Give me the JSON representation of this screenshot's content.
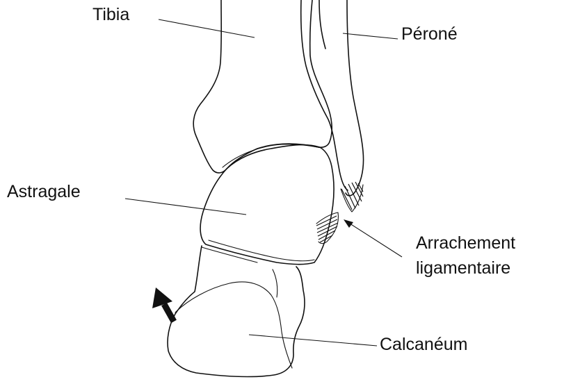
{
  "labels": {
    "tibia": "Tibia",
    "perone": "Péroné",
    "astragale": "Astragale",
    "arrachement_line1": "Arrachement",
    "arrachement_line2": "ligamentaire",
    "calcaneum": "Calcanéum"
  },
  "colors": {
    "ink": "#111111",
    "background": "#ffffff"
  }
}
